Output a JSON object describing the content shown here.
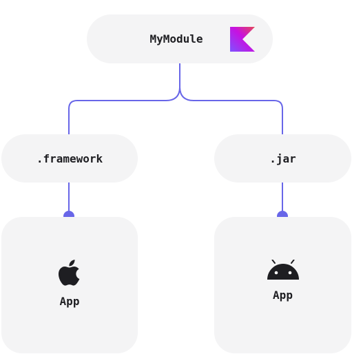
{
  "nodes": {
    "module": {
      "label": "MyModule",
      "logo": "kotlin-logo"
    },
    "framework": {
      "label": ".framework"
    },
    "jar": {
      "label": ".jar"
    },
    "ios_app": {
      "label": "App",
      "icon": "apple-icon"
    },
    "android_app": {
      "label": "App",
      "icon": "android-icon"
    }
  },
  "edges": [
    {
      "from": "module",
      "to": "framework"
    },
    {
      "from": "module",
      "to": "jar"
    },
    {
      "from": "framework",
      "to": "ios_app"
    },
    {
      "from": "jar",
      "to": "android_app"
    }
  ],
  "colors": {
    "connector": "#6866e8",
    "node_background": "#f4f4f5",
    "text": "#1e1e22",
    "kotlin_gradient": [
      "#7f52ff",
      "#e44857",
      "#c711e1"
    ]
  }
}
